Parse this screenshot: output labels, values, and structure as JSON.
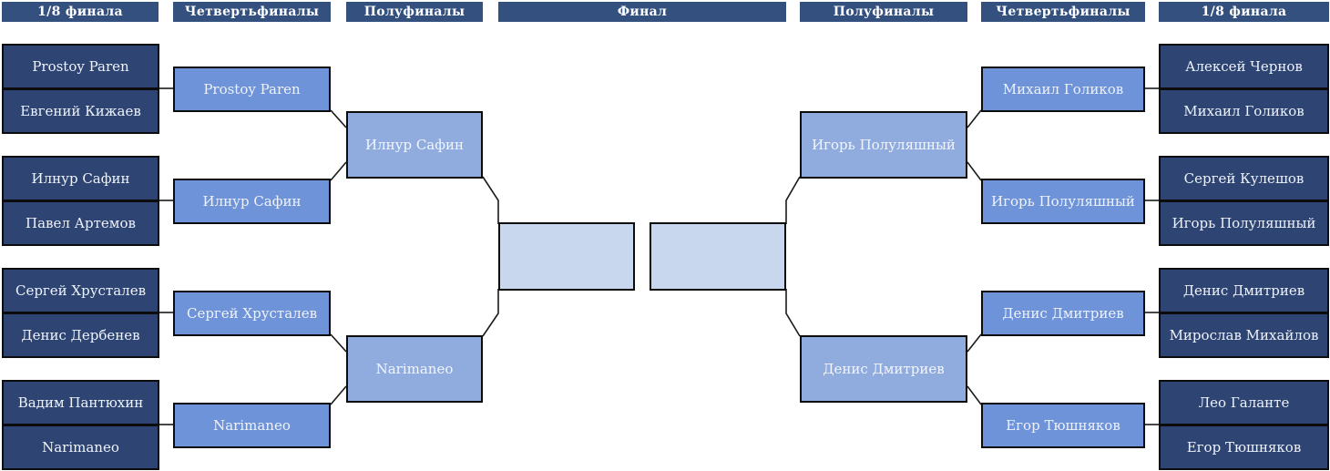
{
  "title": "Tournament bracket",
  "headers": [
    "1/8 финала",
    "Четвертьфиналы",
    "Полуфиналы",
    "Финал",
    "Полуфиналы",
    "Четвертьфиналы",
    "1/8 финала"
  ],
  "left": {
    "round16": [
      [
        "Prostoy Paren",
        "Евгений Кижаев"
      ],
      [
        "Илнур Сафин",
        "Павел Артемов"
      ],
      [
        "Сергей Хрусталев",
        "Денис Дербенев"
      ],
      [
        "Вадим Пантюхин",
        "Narimaneo"
      ]
    ],
    "quarterfinals": [
      "Prostoy Paren",
      "Илнур Сафин",
      "Сергей Хрусталев",
      "Narimaneo"
    ],
    "semifinals": [
      "Илнур Сафин",
      "Narimaneo"
    ]
  },
  "final": [
    "",
    ""
  ],
  "right": {
    "semifinals": [
      "Игорь Полуляшный",
      "Денис Дмитриев"
    ],
    "quarterfinals": [
      "Михаил Голиков",
      "Игорь Полуляшный",
      "Денис Дмитриев",
      "Егор Тюшняков"
    ],
    "round16": [
      [
        "Алексей Чернов",
        "Михаил Голиков"
      ],
      [
        "Сергей Кулешов",
        "Игорь Полуляшный"
      ],
      [
        "Денис Дмитриев",
        "Мирослав Михайлов"
      ],
      [
        "Лео Галанте",
        "Егор Тюшняков"
      ]
    ]
  },
  "colors": {
    "header_bg": "#33507e",
    "round16_bg": "#2e4573",
    "quarterfinal_bg": "#6e93d8",
    "semifinal_bg": "#90acdf",
    "final_bg": "#c8d6ee",
    "border": "#0c0c0c",
    "text": "#eef2fa"
  }
}
